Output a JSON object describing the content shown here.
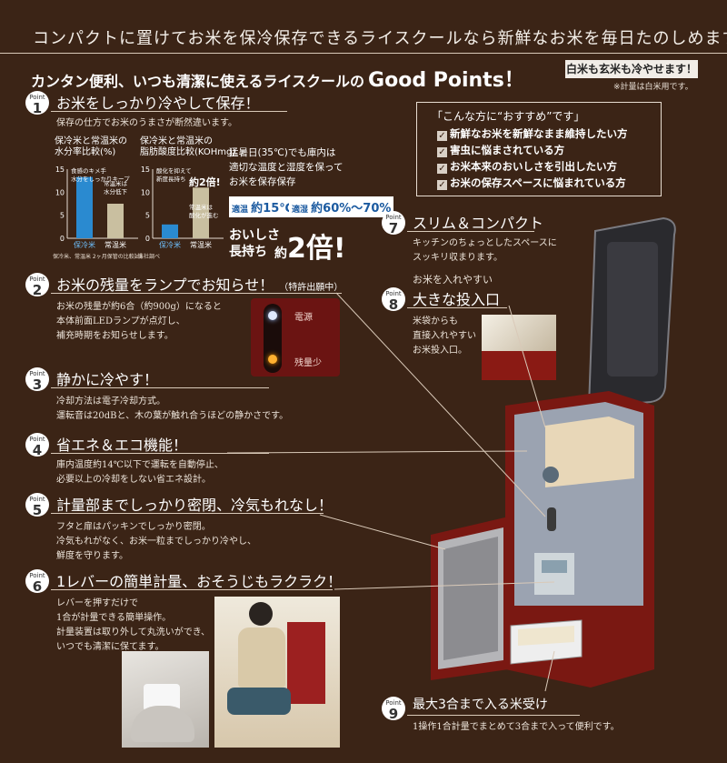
{
  "headline": "コンパクトに置けてお米を保冷保存できるライスクールなら新鮮なお米を毎日たのしめます！",
  "subheadline": "カンタン便利、いつも清潔に使えるライスクールの",
  "subheadline_bold": "Good Points！",
  "badge": "白米も玄米も冷やせます！",
  "badge_note": "※計量は白米用です。",
  "recommend": {
    "title": "「こんな方に“おすすめ”です」",
    "items": [
      "新鮮なお米を新鮮なまま維持したい方",
      "害虫に悩まされている方",
      "お米本来のおいしさを引出したい方",
      "お米の保存スペースに悩まれている方"
    ]
  },
  "point_label": "Point",
  "points": [
    {
      "num": "1",
      "title": "お米をしっかり冷やして保存！",
      "text": "保存の仕方でお米のうまさが断然違います。"
    },
    {
      "num": "2",
      "title": "お米の残量をランプでお知らせ！",
      "title_note": "（特許出願中）",
      "text": "お米の残量が約6合（約900g）になると\n本体前面LEDランプが点灯し、\n補充時期をお知らせします。"
    },
    {
      "num": "3",
      "title": "静かに冷やす！",
      "text": "冷却方法は電子冷却方式。\n運転音は20dBと、木の葉が触れ合うほどの静かさです。"
    },
    {
      "num": "4",
      "title": "省エネ＆エコ機能！",
      "text": "庫内温度約14℃以下で運転を自動停止、\n必要以上の冷却をしない省エネ設計。"
    },
    {
      "num": "5",
      "title": "計量部までしっかり密閉、冷気もれなし！",
      "text": "フタと扉はパッキンでしっかり密閉。\n冷気もれがなく、お米一粒までしっかり冷やし、\n鮮度を守ります。"
    },
    {
      "num": "6",
      "title": "1レバーの簡単計量、おそうじもラクラク！",
      "text": "レバーを押すだけで\n1合が計量できる簡単操作。\n計量装置は取り外して丸洗いができ、\nいつでも清潔に保てます。"
    },
    {
      "num": "7",
      "title": "スリム＆コンパクト",
      "text": "キッチンのちょっとしたスペースに\nスッキリ収まります。"
    },
    {
      "num": "8",
      "title": "お米を入れやすい",
      "title2": "大きな投入口",
      "text": "米袋からも\n直接入れやすい\nお米投入口。"
    },
    {
      "num": "9",
      "title": "最大3合まで入る米受け",
      "text": "1操作1合計量でまとめて3合まで入って便利です。"
    }
  ],
  "chart_data": [
    {
      "type": "bar",
      "title": "保冷米と常温米の\n水分率比較(%)",
      "categories": [
        "保冷米",
        "常温米"
      ],
      "values": [
        13.3,
        7.5
      ],
      "ylim": [
        0,
        15
      ],
      "yticks": [
        "0",
        "5",
        "10",
        "15"
      ],
      "annotations": [
        "食感のキメ手\n水分をしっかりキープ",
        "常温米は\n水分低下"
      ],
      "footnote": "保冷米、常温米 2ヶ月保管の比較試験"
    },
    {
      "type": "bar",
      "title": "保冷米と常温米の\n脂肪酸度比較(KOHmg)",
      "categories": [
        "保冷米",
        "常温米"
      ],
      "values": [
        3,
        11
      ],
      "ylim": [
        0,
        15
      ],
      "yticks": [
        "0",
        "5",
        "10",
        "15"
      ],
      "annotations": [
        "酸化を抑えて\n新度長持ち",
        "約2倍!",
        "常温米は\n酸化が進む"
      ],
      "footnote": "当社調べ"
    }
  ],
  "summer": "猛暑日(35℃)でも庫内は\n適切な温度と湿度を保って\nお米を保存保存",
  "temp_label": "適温",
  "temp_value": "約15℃",
  "humid_label": "適湿",
  "humid_value": "約60%〜70%",
  "oishisa": "おいしさ\n長持ち",
  "oishisa_prefix": "約",
  "oishisa_value": "2倍!",
  "led_labels": [
    "電源",
    "残量少"
  ],
  "colors": {
    "background": "#3b2416",
    "product_red": "#8a1a14",
    "blue": "#2a8ad0",
    "gray_bar": "#c9bfa0"
  }
}
